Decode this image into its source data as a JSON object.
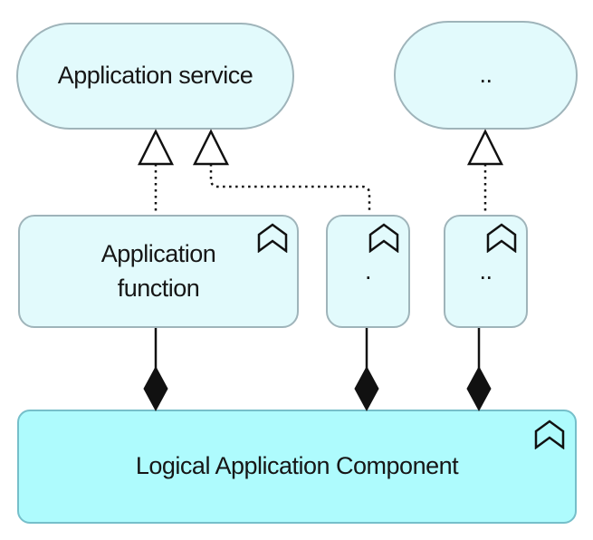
{
  "colors": {
    "node_fill": "#e2fafc",
    "node_border": "#9fb4ba",
    "component_fill": "#aefbfd",
    "component_border": "#76bfca",
    "line": "#111111",
    "text": "#161616"
  },
  "nodes": {
    "service1": {
      "label": "Application service",
      "type": "application-service",
      "shape": "rounded-pill"
    },
    "service2": {
      "label": "..",
      "type": "application-service",
      "shape": "rounded-pill"
    },
    "function1": {
      "label": "Application function",
      "type": "application-function",
      "icon": "chevron-icon",
      "shape": "rounded-rectangle"
    },
    "function2": {
      "label": ".",
      "type": "application-function",
      "icon": "chevron-icon",
      "shape": "rounded-rectangle"
    },
    "function3": {
      "label": "..",
      "type": "application-function",
      "icon": "chevron-icon",
      "shape": "rounded-rectangle"
    },
    "component": {
      "label": "Logical Application Component",
      "type": "logical-application-component",
      "icon": "chevron-icon",
      "shape": "rounded-rectangle"
    }
  },
  "relationships": [
    {
      "type": "realization",
      "from": "function1",
      "to": "service1",
      "line": "dotted",
      "arrowhead": "hollow-triangle"
    },
    {
      "type": "realization",
      "from": "function2",
      "to": "service1",
      "line": "dotted",
      "arrowhead": "hollow-triangle"
    },
    {
      "type": "realization",
      "from": "function3",
      "to": "service2",
      "line": "dotted",
      "arrowhead": "hollow-triangle"
    },
    {
      "type": "composition",
      "from": "component",
      "to": "function1",
      "line": "solid",
      "arrowhead": "filled-diamond"
    },
    {
      "type": "composition",
      "from": "component",
      "to": "function2",
      "line": "solid",
      "arrowhead": "filled-diamond"
    },
    {
      "type": "composition",
      "from": "component",
      "to": "function3",
      "line": "solid",
      "arrowhead": "filled-diamond"
    }
  ]
}
